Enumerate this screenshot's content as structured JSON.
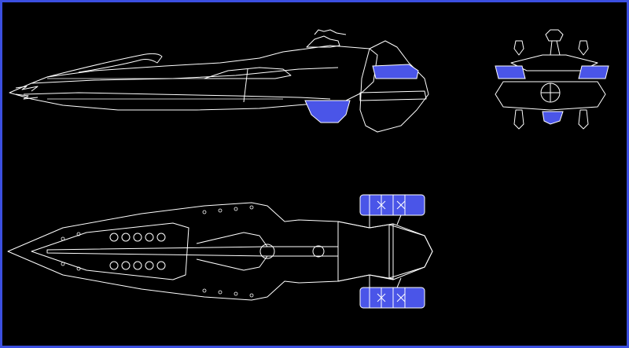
{
  "drawing": {
    "background": "#000000",
    "frame_color": "#3b4fe0",
    "line_color": "#ffffff",
    "accent_color": "#4a55e8",
    "views": [
      {
        "id": "side",
        "view": "side-elevation"
      },
      {
        "id": "front",
        "view": "front-elevation"
      },
      {
        "id": "top",
        "view": "plan-view"
      }
    ]
  }
}
